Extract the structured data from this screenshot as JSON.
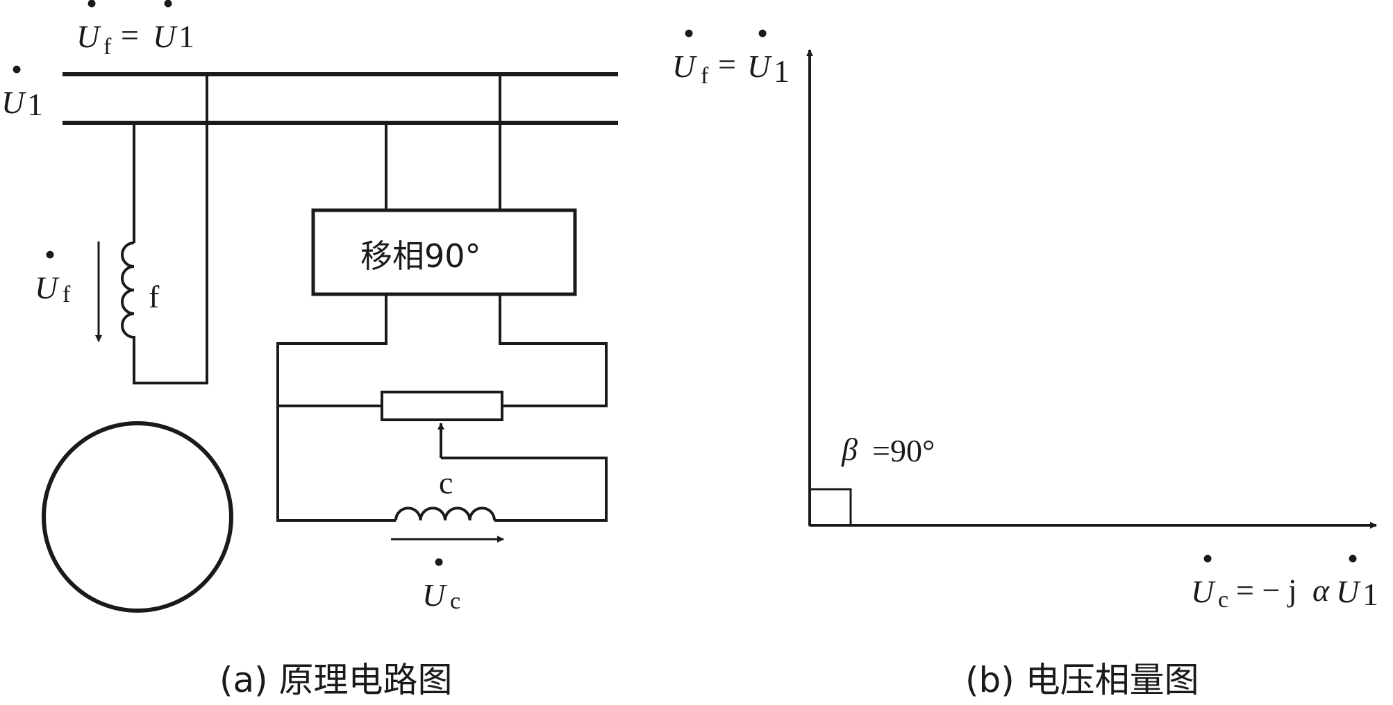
{
  "colors": {
    "ink": "#1a1a1a",
    "background": "#ffffff"
  },
  "circuit": {
    "label_top_U": "U",
    "label_top_f": "f",
    "label_top_eq": "=",
    "label_top_U2": "U",
    "label_top_1": "1",
    "label_line_U": "U",
    "label_line_1": "1",
    "field_U": "U",
    "field_f_sub": "f",
    "field_winding": "f",
    "phase_shifter": "移相90°",
    "control_winding": "c",
    "control_U": "U",
    "control_c_sub": "c",
    "caption": "(a) 原理电路图"
  },
  "phasor": {
    "vertical_U": "U",
    "vertical_f": "f",
    "vertical_eq": "=",
    "vertical_U2": "U",
    "vertical_1": "1",
    "angle_symbol": "β",
    "angle_value": "=90°",
    "horizontal_U": "U",
    "horizontal_c": "c",
    "horizontal_eq": "= − j",
    "horizontal_alpha": "α",
    "horizontal_U2": "U",
    "horizontal_1": "1",
    "caption": "(b) 电压相量图"
  }
}
